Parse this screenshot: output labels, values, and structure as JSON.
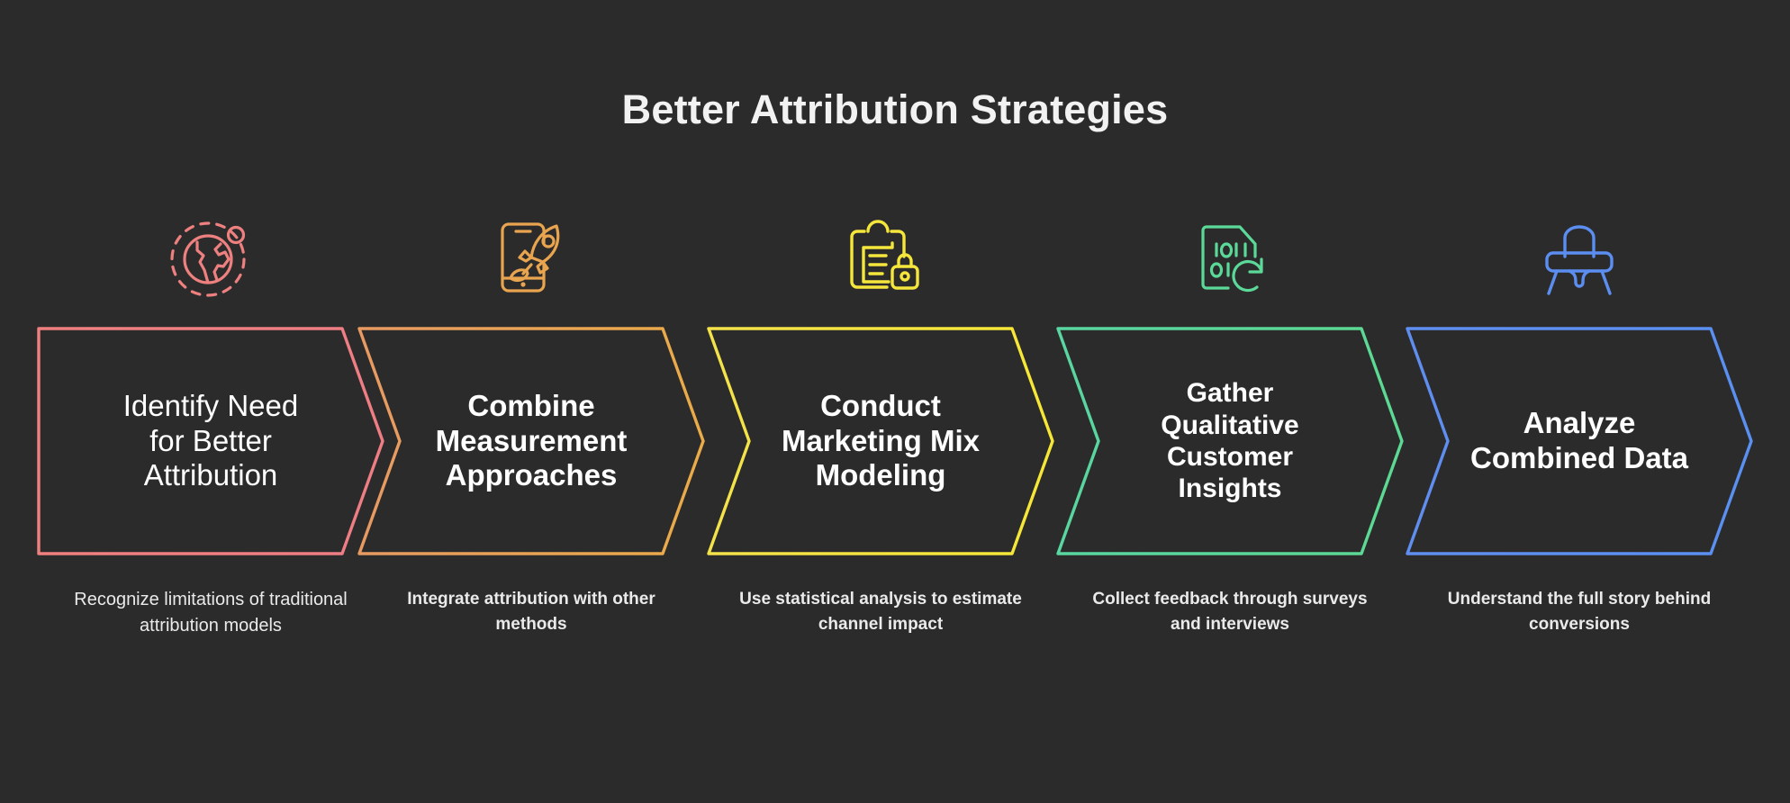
{
  "background_color": "#2b2b2b",
  "title": "Better Attribution Strategies",
  "steps": [
    {
      "index": 1,
      "icon": "globe-orbit-icon",
      "color": "#ef8080",
      "label": "Identify Need for Better Attribution",
      "label_lines": [
        "Identify Need",
        "for Better",
        "Attribution"
      ],
      "caption": "Recognize limitations of traditional attribution models",
      "caption_lines": [
        "Recognize limitations of",
        "traditional attribution",
        "models"
      ],
      "shape": "start-chevron"
    },
    {
      "index": 2,
      "icon": "mobile-rocket-icon",
      "color": "#e9a44f",
      "label": "Combine Measurement Approaches",
      "label_lines": [
        "Combine",
        "Measurement",
        "Approaches"
      ],
      "caption": "Integrate attribution with other methods",
      "caption_lines": [
        "Integrate attribution with",
        "other methods"
      ],
      "shape": "chevron"
    },
    {
      "index": 3,
      "icon": "clipboard-lock-icon",
      "color": "#f5e63c",
      "label": "Conduct Marketing Mix Modeling",
      "label_lines": [
        "Conduct",
        "Marketing Mix",
        "Modeling"
      ],
      "caption": "Use statistical analysis to estimate channel impact",
      "caption_lines": [
        "Use statistical analysis to",
        "estimate channel impact"
      ],
      "shape": "chevron"
    },
    {
      "index": 4,
      "icon": "binary-document-refresh-icon",
      "color": "#5bd998",
      "label": "Gather Qualitative Customer Insights",
      "label_lines": [
        "Gather",
        "Qualitative",
        "Customer",
        "Insights"
      ],
      "caption": "Collect feedback through surveys and interviews",
      "caption_lines": [
        "Collect feedback through",
        "surveys and interviews"
      ],
      "shape": "chevron"
    },
    {
      "index": 5,
      "icon": "desk-chair-icon",
      "color": "#5b8ef0",
      "label": "Analyze Combined Data",
      "label_lines": [
        "Analyze",
        "Combined Data"
      ],
      "caption": "Understand the full story behind conversions",
      "caption_lines": [
        "Understand the full story",
        "behind conversions"
      ],
      "shape": "end-chevron"
    }
  ]
}
